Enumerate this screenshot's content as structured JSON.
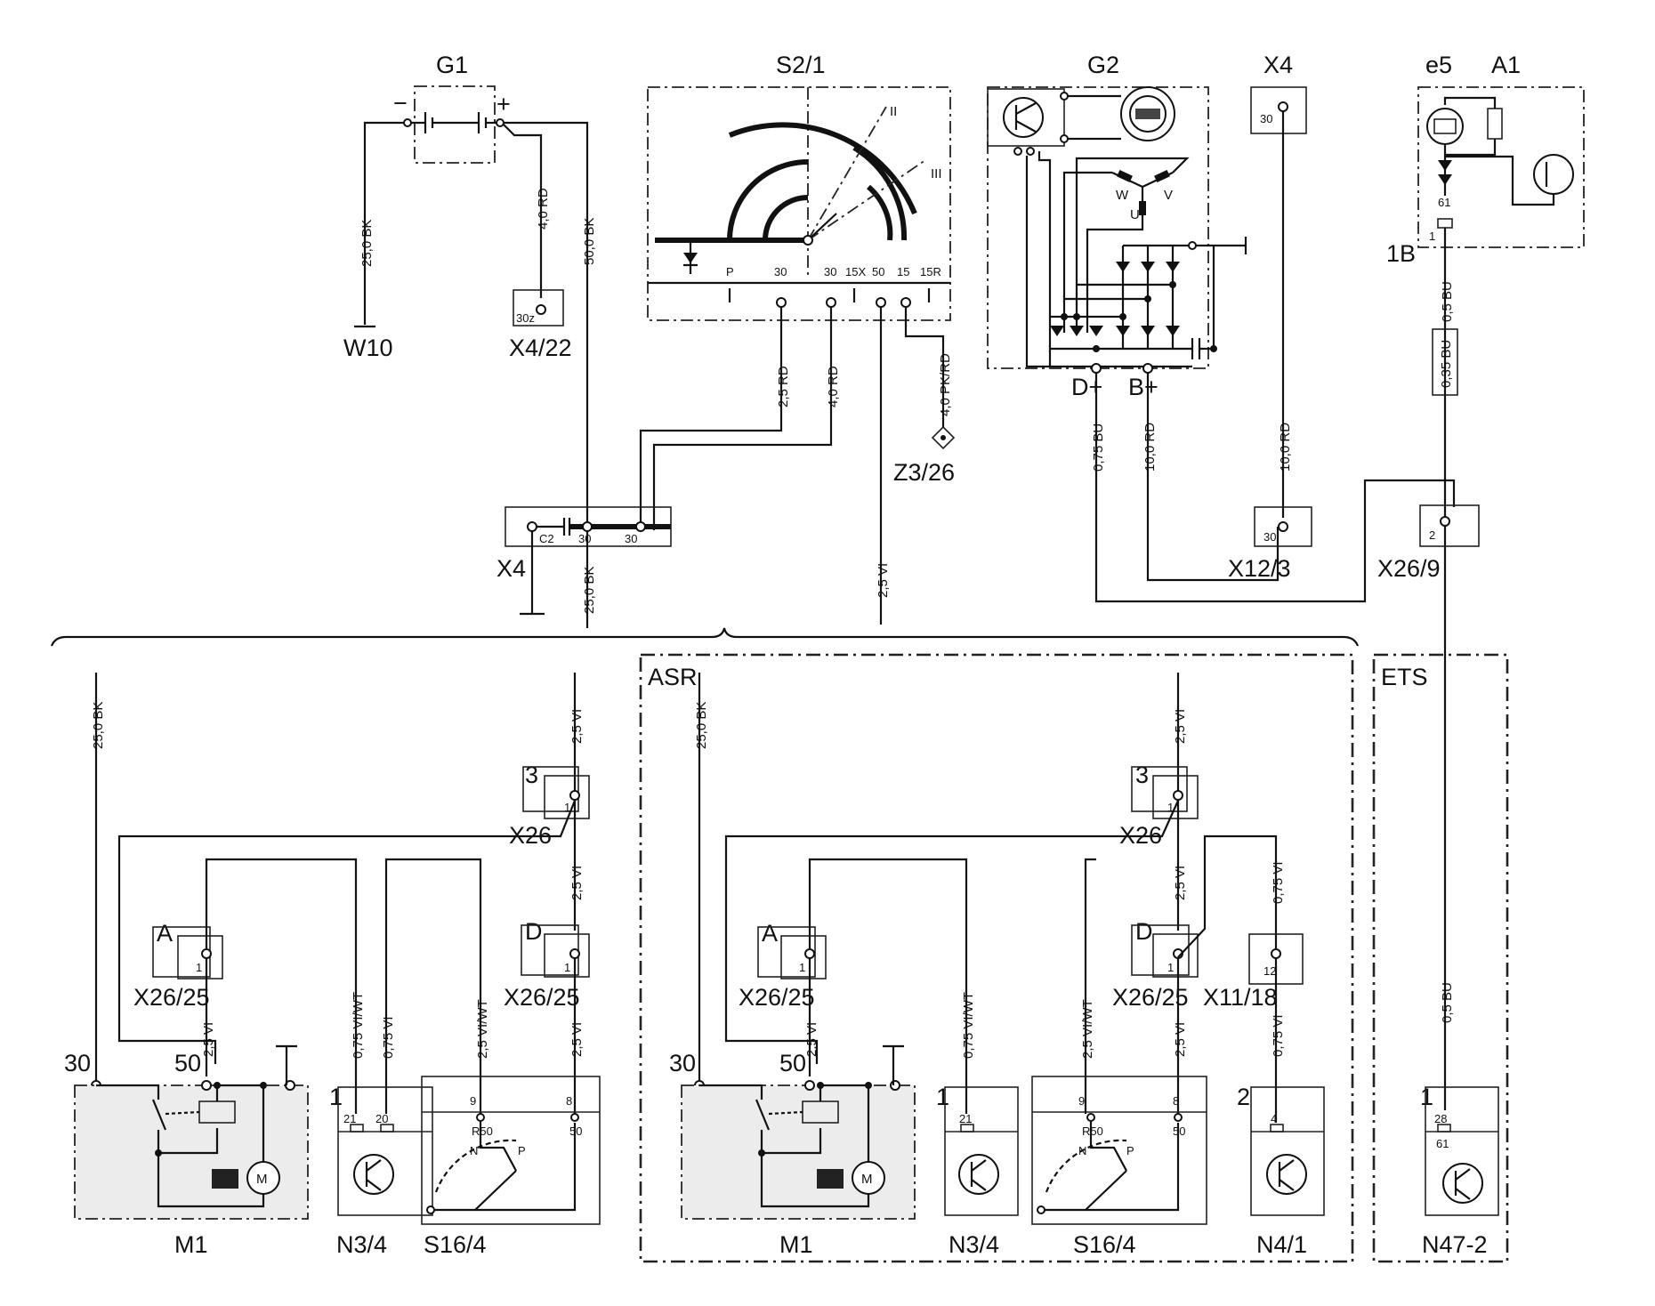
{
  "components": {
    "g1": "G1",
    "s2_1": "S2/1",
    "g2": "G2",
    "x4_top": "X4",
    "e5": "e5",
    "a1": "A1",
    "w10": "W10",
    "x4_22": "X4/22",
    "x4_mid": "X4",
    "z3_26": "Z3/26",
    "x12_3": "X12/3",
    "x26_9": "X26/9",
    "a1_conn": "1B",
    "g2_dplus": "D+",
    "g2_bplus": "B+"
  },
  "sections": {
    "asr": "ASR",
    "ets": "ETS"
  },
  "left_group": {
    "x26": "X26",
    "x26_25_a": "X26/25",
    "x26_25_d": "X26/25",
    "m1": "M1",
    "n3_4": "N3/4",
    "s16_4": "S16/4",
    "conn_a": "A",
    "conn_d": "D",
    "conn_3": "3",
    "t30": "30",
    "t50": "50",
    "n_pin1": "1"
  },
  "asr_group": {
    "x26": "X26",
    "x26_25_a": "X26/25",
    "x26_25_d": "X26/25",
    "x11_18": "X11/18",
    "m1": "M1",
    "n3_4": "N3/4",
    "s16_4": "S16/4",
    "n4_1": "N4/1",
    "conn_a": "A",
    "conn_d": "D",
    "conn_3": "3",
    "t30": "30",
    "t50": "50",
    "n_pin1": "1",
    "n4_pin2": "2"
  },
  "ets_group": {
    "n47_2": "N47-2",
    "n_pin1": "1"
  },
  "wires": {
    "g1_neg": "25,0 BK",
    "g1_pos_rd": "4,0 RD",
    "g1_pos_bk": "50,0 BK",
    "s2_30a": "2,5 RD",
    "s2_30b": "4,0 RD",
    "s2_50": "2,5 VI",
    "s2_15": "4,0 PK/RD",
    "x4_bk": "25,0 BK",
    "g2_d": "0,75 BU",
    "g2_b": "10,0 RD",
    "x4_rd": "10,0 RD",
    "a1_bu": "0,5 BU",
    "a1_bu2": "0,35 BU",
    "ets_bu": "0,5 BU",
    "l_bk": "25,0 BK",
    "l_vi_top": "2,5 VI",
    "l_vi_mid": "2,5 VI",
    "l_vi_d": "2,5 VI",
    "l_vi_a": "2,5 VI",
    "l_viwt1": "0,75 VI/WT",
    "l_vi075": "0,75 VI",
    "l_viwt2": "2,5 VI/WT",
    "r_bk": "25,0 BK",
    "r_vi_top": "2,5 VI",
    "r_vi_mid": "2,5 VI",
    "r_vi_d": "2,5 VI",
    "r_vi_a": "2,5 VI",
    "r_viwt1": "0,75 VI/WT",
    "r_viwt2": "2,5 VI/WT",
    "r_x11a": "0,75 VI",
    "r_x11b": "0,75 VI"
  },
  "pins": {
    "s2": [
      "P",
      "30",
      "30",
      "15X",
      "50",
      "15",
      "15R"
    ],
    "s2_pos": [
      "II",
      "III"
    ],
    "g1_minus": "−",
    "g1_plus": "+",
    "x4_22_pin": "30z",
    "x4_top_pin": "30",
    "x4_mid": [
      "C2",
      "30",
      "30"
    ],
    "x12_3_pin": "30",
    "x26_9_pin": "2",
    "a1_pin": "61",
    "a1_pin1": "1",
    "g2_phase": [
      "W",
      "V",
      "U"
    ],
    "l_x26": "1",
    "l_a": "1",
    "l_d": "1",
    "l_n3": [
      "21",
      "20"
    ],
    "l_s16": [
      "9",
      "8",
      "50",
      "R50",
      "N",
      "P"
    ],
    "r_x26": "1",
    "r_a": "1",
    "r_d": "1",
    "r_x11": "12",
    "r_n3": "21",
    "r_s16": [
      "9",
      "8",
      "50",
      "R50",
      "N",
      "P"
    ],
    "r_n4": "4",
    "ets_pins": [
      "28",
      "61"
    ]
  }
}
